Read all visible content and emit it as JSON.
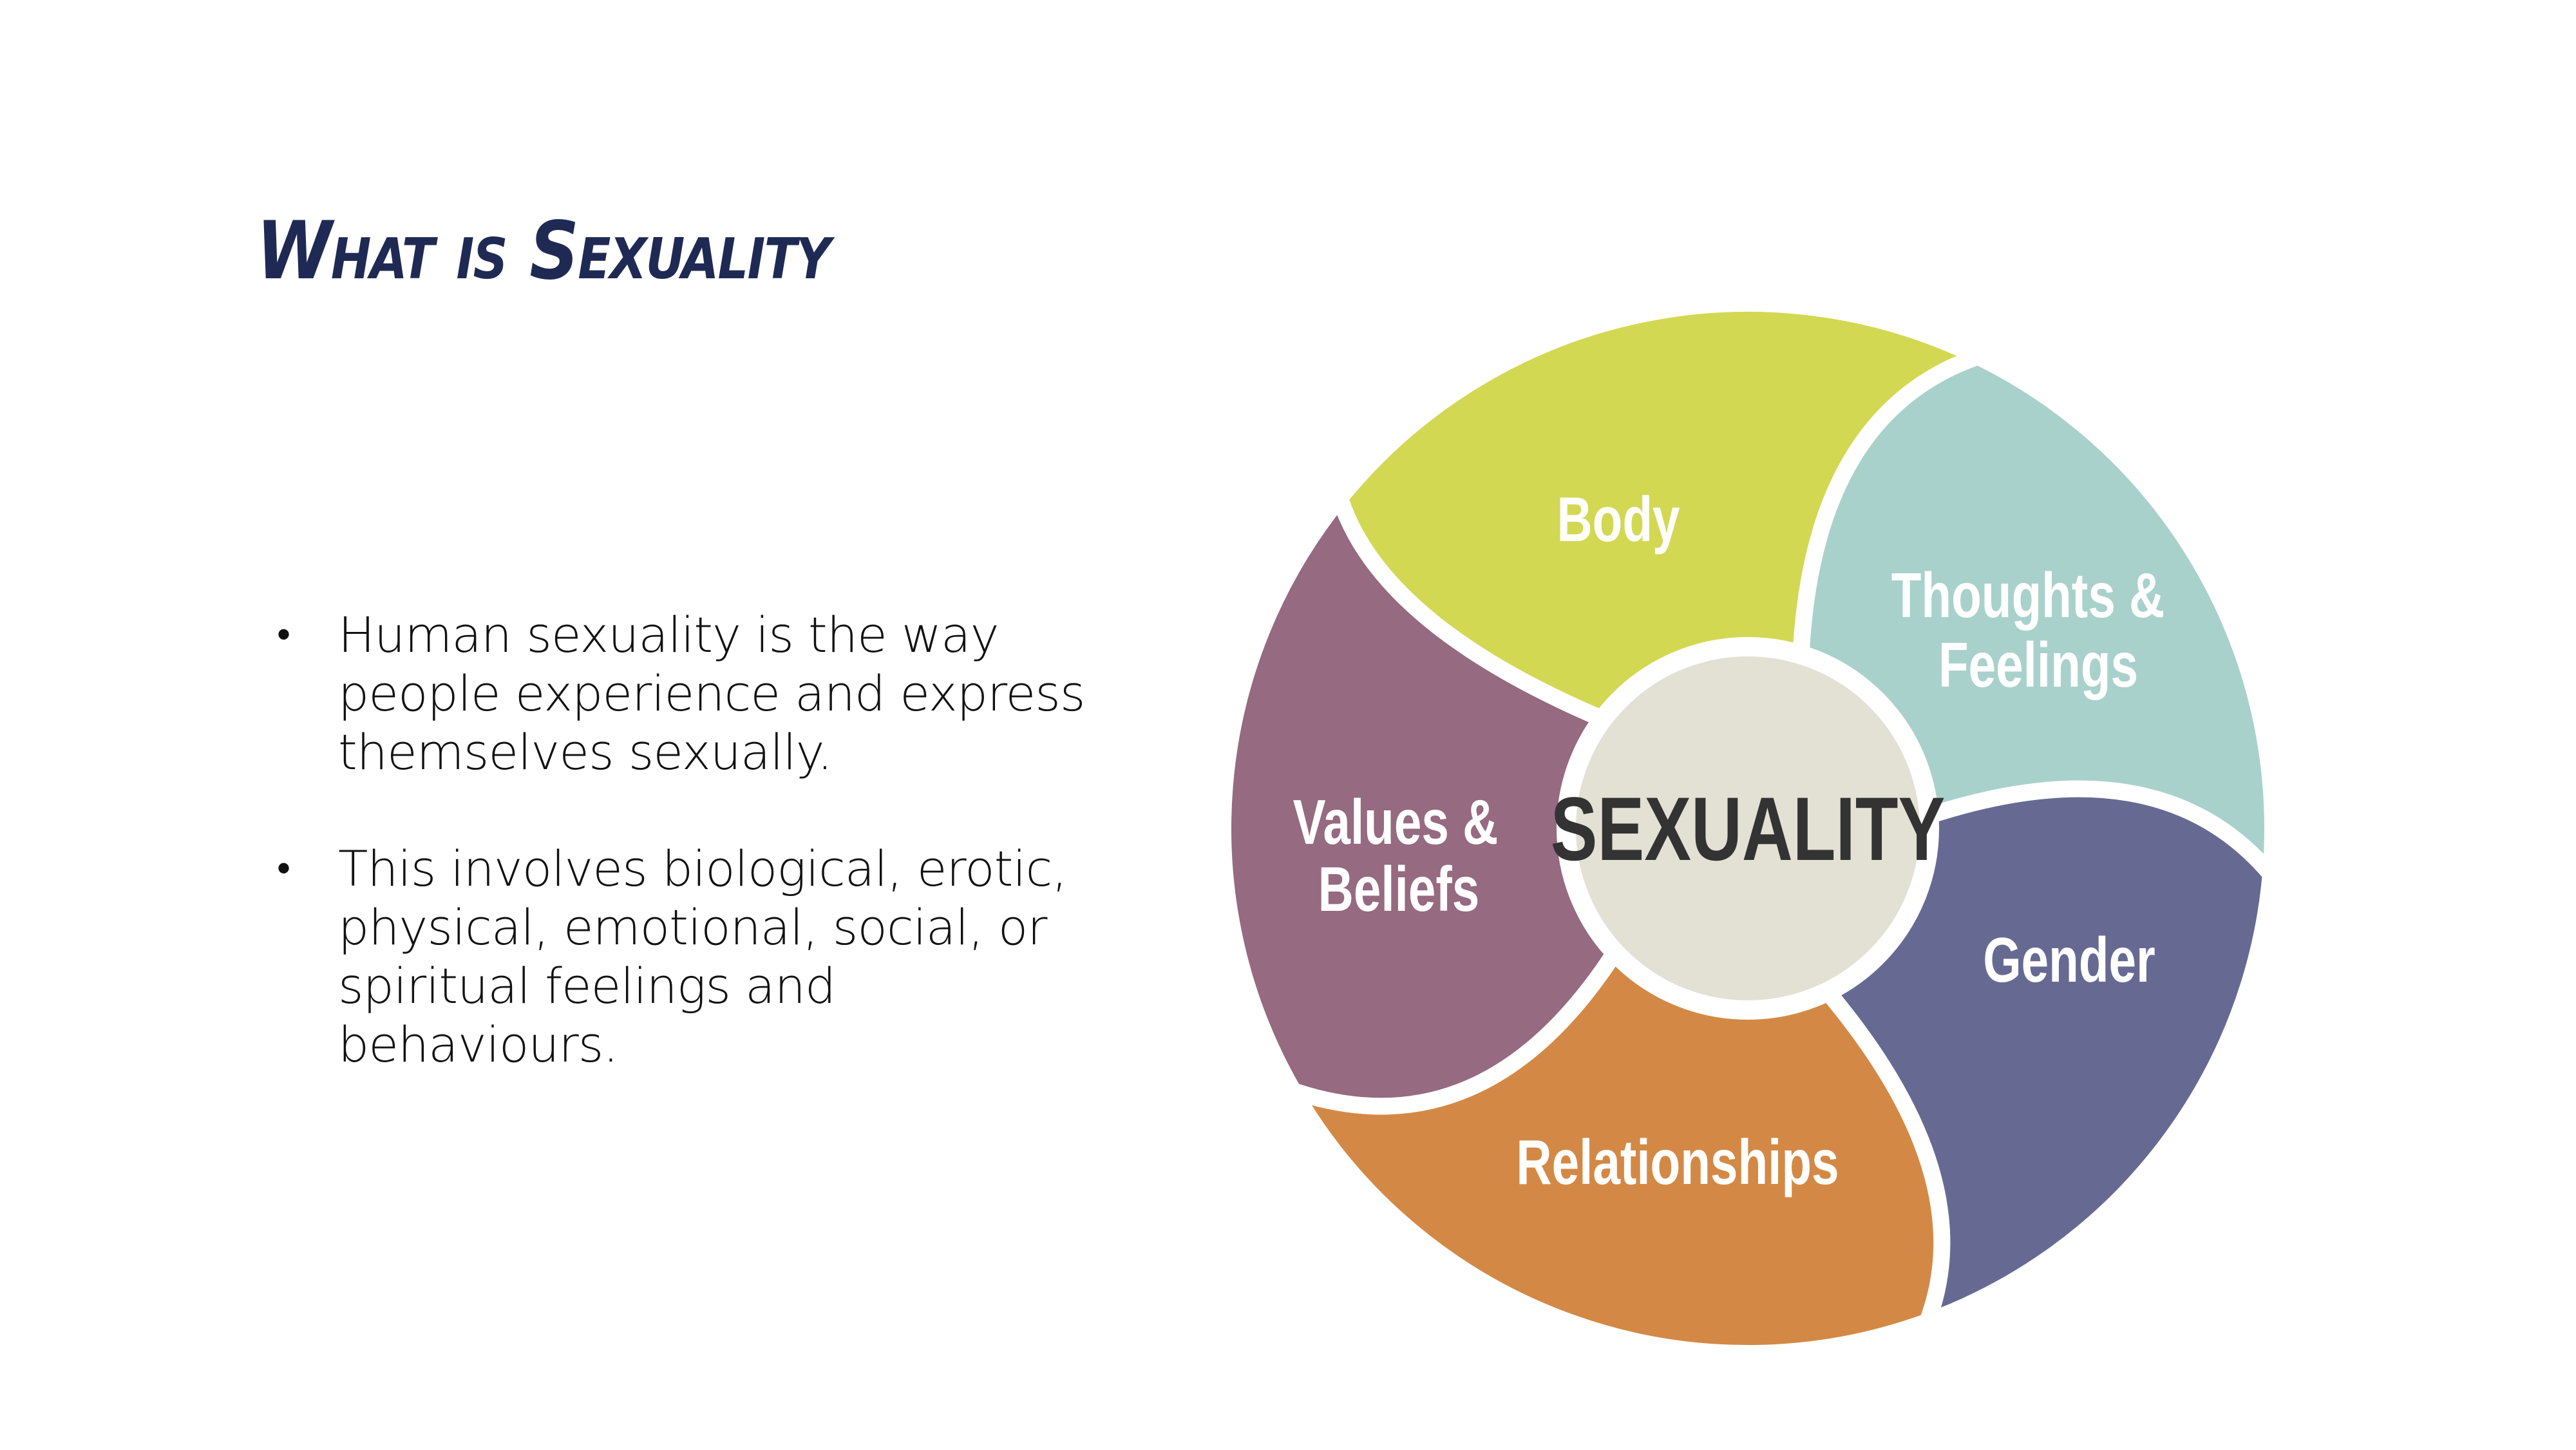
{
  "slide": {
    "title": "What is Sexuality",
    "bullets": [
      "Human sexuality is the way people experience and express themselves sexually.",
      "This involves biological, erotic, physical, emotional, social, or spiritual feelings and behaviours."
    ]
  },
  "diagram": {
    "center_label": "SEXUALITY",
    "center_color": "#e3e0d4",
    "segments": [
      {
        "label_lines": [
          "Body"
        ],
        "color": "#a9d1cb"
      },
      {
        "label_lines": [
          "Thoughts &",
          "Feelings"
        ],
        "color": "#666a93"
      },
      {
        "label_lines": [
          "Gender"
        ],
        "color": "#d38945"
      },
      {
        "label_lines": [
          "Relationships"
        ],
        "color": "#966a80"
      },
      {
        "label_lines": [
          "Values &",
          "Beliefs"
        ],
        "color": "#d3d853"
      }
    ]
  }
}
